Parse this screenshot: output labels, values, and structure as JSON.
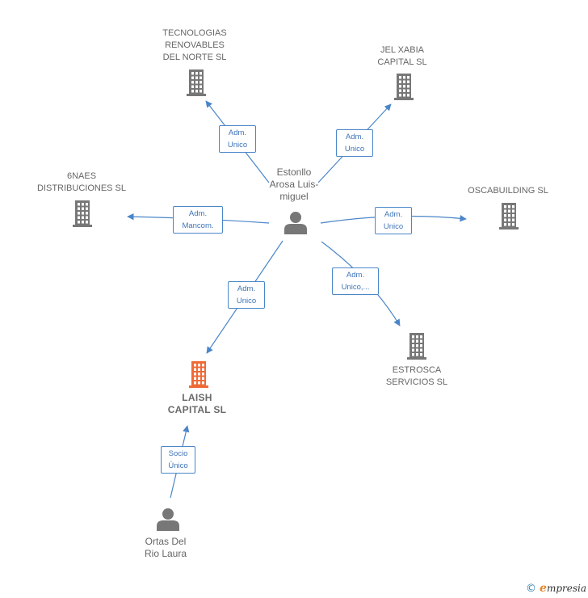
{
  "colors": {
    "edge": "#4a86c8",
    "company_icon": "#777777",
    "company_icon_highlight": "#f06a35",
    "person_icon": "#777777",
    "label_text": "#666666"
  },
  "central_person": {
    "name_lines": [
      "Estonllo",
      "Arosa Luis-",
      "miguel"
    ],
    "icon": "person-icon"
  },
  "companies": [
    {
      "id": "tecnologias",
      "name_lines": [
        "TECNOLOGIAS",
        "RENOVABLES",
        "DEL NORTE SL"
      ],
      "icon": "building-icon"
    },
    {
      "id": "jel",
      "name_lines": [
        "JEL XABIA",
        "CAPITAL  SL"
      ],
      "icon": "building-icon"
    },
    {
      "id": "6naes",
      "name_lines": [
        "6NAES",
        "DISTRIBUCIONES SL"
      ],
      "icon": "building-icon"
    },
    {
      "id": "oscabuilding",
      "name_lines": [
        "OSCABUILDING SL"
      ],
      "icon": "building-icon"
    },
    {
      "id": "laish",
      "name_lines": [
        "LAISH",
        "CAPITAL  SL"
      ],
      "icon": "building-icon",
      "highlighted": true
    },
    {
      "id": "estrosca",
      "name_lines": [
        "ESTROSCA",
        "SERVICIOS SL"
      ],
      "icon": "building-icon"
    }
  ],
  "secondary_person": {
    "name_lines": [
      "Ortas Del",
      "Rio Laura"
    ],
    "icon": "person-icon"
  },
  "relations": [
    {
      "id": "tecnologias",
      "label_lines": [
        "Adm.",
        "Unico"
      ]
    },
    {
      "id": "jel",
      "label_lines": [
        "Adm.",
        "Unico"
      ]
    },
    {
      "id": "6naes",
      "label_lines": [
        "Adm.",
        "Mancom."
      ]
    },
    {
      "id": "oscabuilding",
      "label_lines": [
        "Adm.",
        "Unico"
      ]
    },
    {
      "id": "laish",
      "label_lines": [
        "Adm.",
        "Unico"
      ]
    },
    {
      "id": "estrosca",
      "label_lines": [
        "Adm.",
        "Unico,..."
      ]
    },
    {
      "id": "socio",
      "label_lines": [
        "Socio",
        "Único"
      ]
    }
  ],
  "footer": {
    "copyright_symbol": "©",
    "brand_first": "e",
    "brand_rest": "mpresia"
  }
}
